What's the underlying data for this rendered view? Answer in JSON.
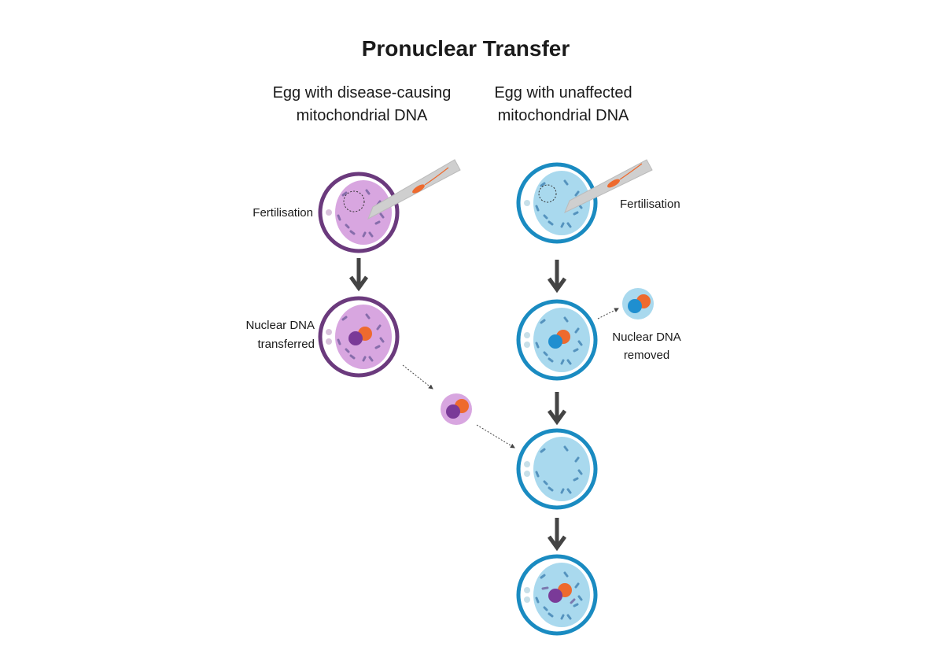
{
  "title": "Pronuclear Transfer",
  "left_column": {
    "heading_line1": "Egg with disease-causing",
    "heading_line2": "mitochondrial DNA",
    "step1_label": "Fertilisation",
    "step2_label_line1": "Nuclear DNA",
    "step2_label_line2": "transferred"
  },
  "right_column": {
    "heading_line1": "Egg with unaffected",
    "heading_line2": "mitochondrial DNA",
    "step1_label": "Fertilisation",
    "step2_label_line1": "Nuclear DNA",
    "step2_label_line2": "removed"
  },
  "colors": {
    "affected_ring": "#6b3a7d",
    "affected_cytoplasm": "#d8a6e0",
    "unaffected_ring": "#1a8bc1",
    "unaffected_cytoplasm": "#a9d9ee",
    "pronucleus_orange": "#ee6a2e",
    "pronucleus_purple": "#7a3a98",
    "pronucleus_blue": "#1f8fd0",
    "arrow": "#444444"
  }
}
